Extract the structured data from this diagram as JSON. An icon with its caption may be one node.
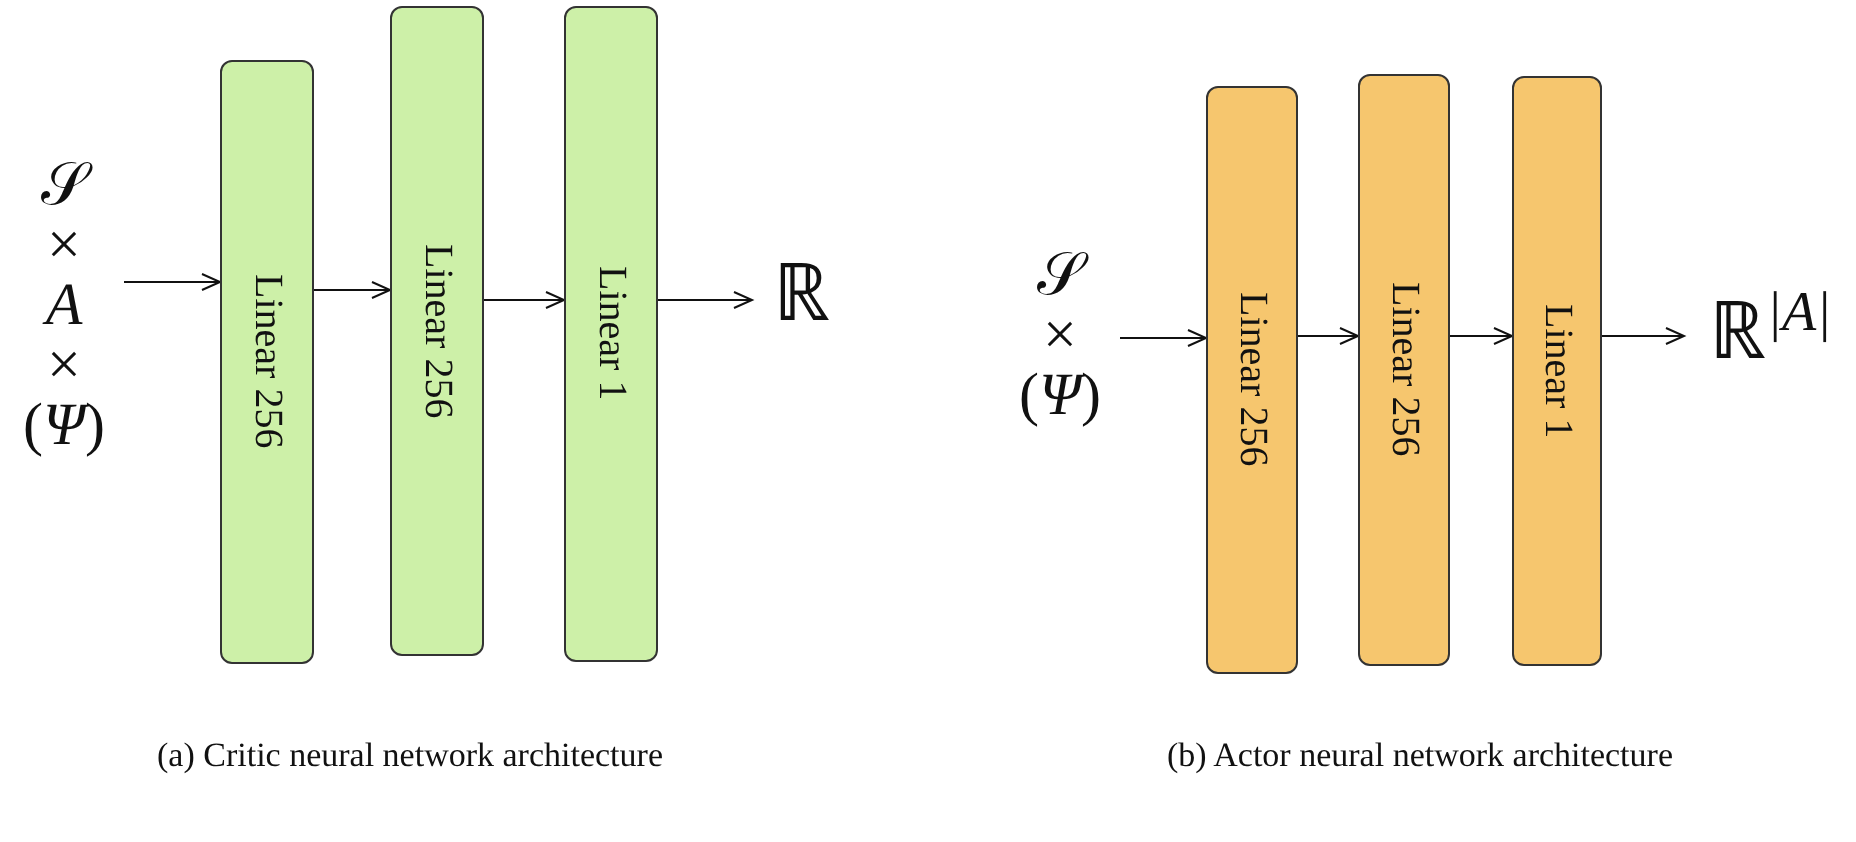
{
  "diagram": {
    "nodes": [
      {
        "text": [
          "𝒮 × *A* × (*Ψ*)"
        ]
      },
      {
        "text": [
          "Linear 256"
        ]
      },
      {
        "text": [
          "Linear 256"
        ]
      },
      {
        "text": [
          "Linear 1"
        ]
      },
      {
        "text": [
          "ℝ"
        ]
      },
      {
        "text": [
          "𝒮 × (*Ψ*)"
        ]
      },
      {
        "text": [
          "Linear 256"
        ]
      },
      {
        "text": [
          "Linear 256"
        ]
      },
      {
        "text": [
          "Linear 1"
        ]
      },
      {
        "text": [
          "ℝ$^{|A|}$"
        ]
      }
    ],
    "edges": [
      {
        "from": 0,
        "to": 1,
        "arrow": "to"
      },
      {
        "from": 1,
        "to": 2,
        "arrow": "to"
      },
      {
        "from": 2,
        "to": 3,
        "arrow": "to"
      },
      {
        "from": 3,
        "to": 4,
        "arrow": "to"
      },
      {
        "from": 5,
        "to": 6,
        "arrow": "to"
      },
      {
        "from": 6,
        "to": 7,
        "arrow": "to"
      },
      {
        "from": 7,
        "to": 8,
        "arrow": "to"
      },
      {
        "from": 8,
        "to": 9,
        "arrow": "to"
      }
    ],
    "labels": [
      "(a) Critic neural network architecture",
      "(b) Actor neural network architecture"
    ]
  }
}
